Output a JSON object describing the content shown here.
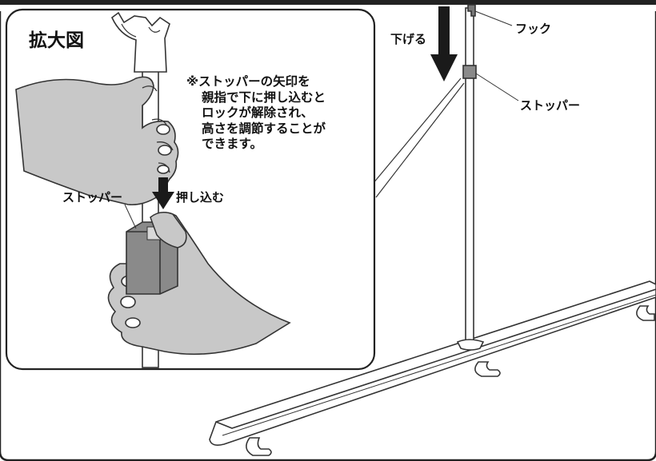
{
  "panel_title": "拡大図",
  "note_lines": [
    "※ストッパーの矢印を",
    "親指で下に押し込むと",
    "ロックが解除され、",
    "高さを調節することが",
    "できます。"
  ],
  "inset_stopper_label": "ストッパー",
  "push_label": "押し込む",
  "lower_label": "下げる",
  "hook_label": "フック",
  "stopper_label": "ストッパー",
  "colors": {
    "frame": "#222222",
    "line": "#333333",
    "hand_shade": "#c8c8c8",
    "stopper_fill": "#8a8a8a",
    "arrow": "#1a1a1a"
  }
}
